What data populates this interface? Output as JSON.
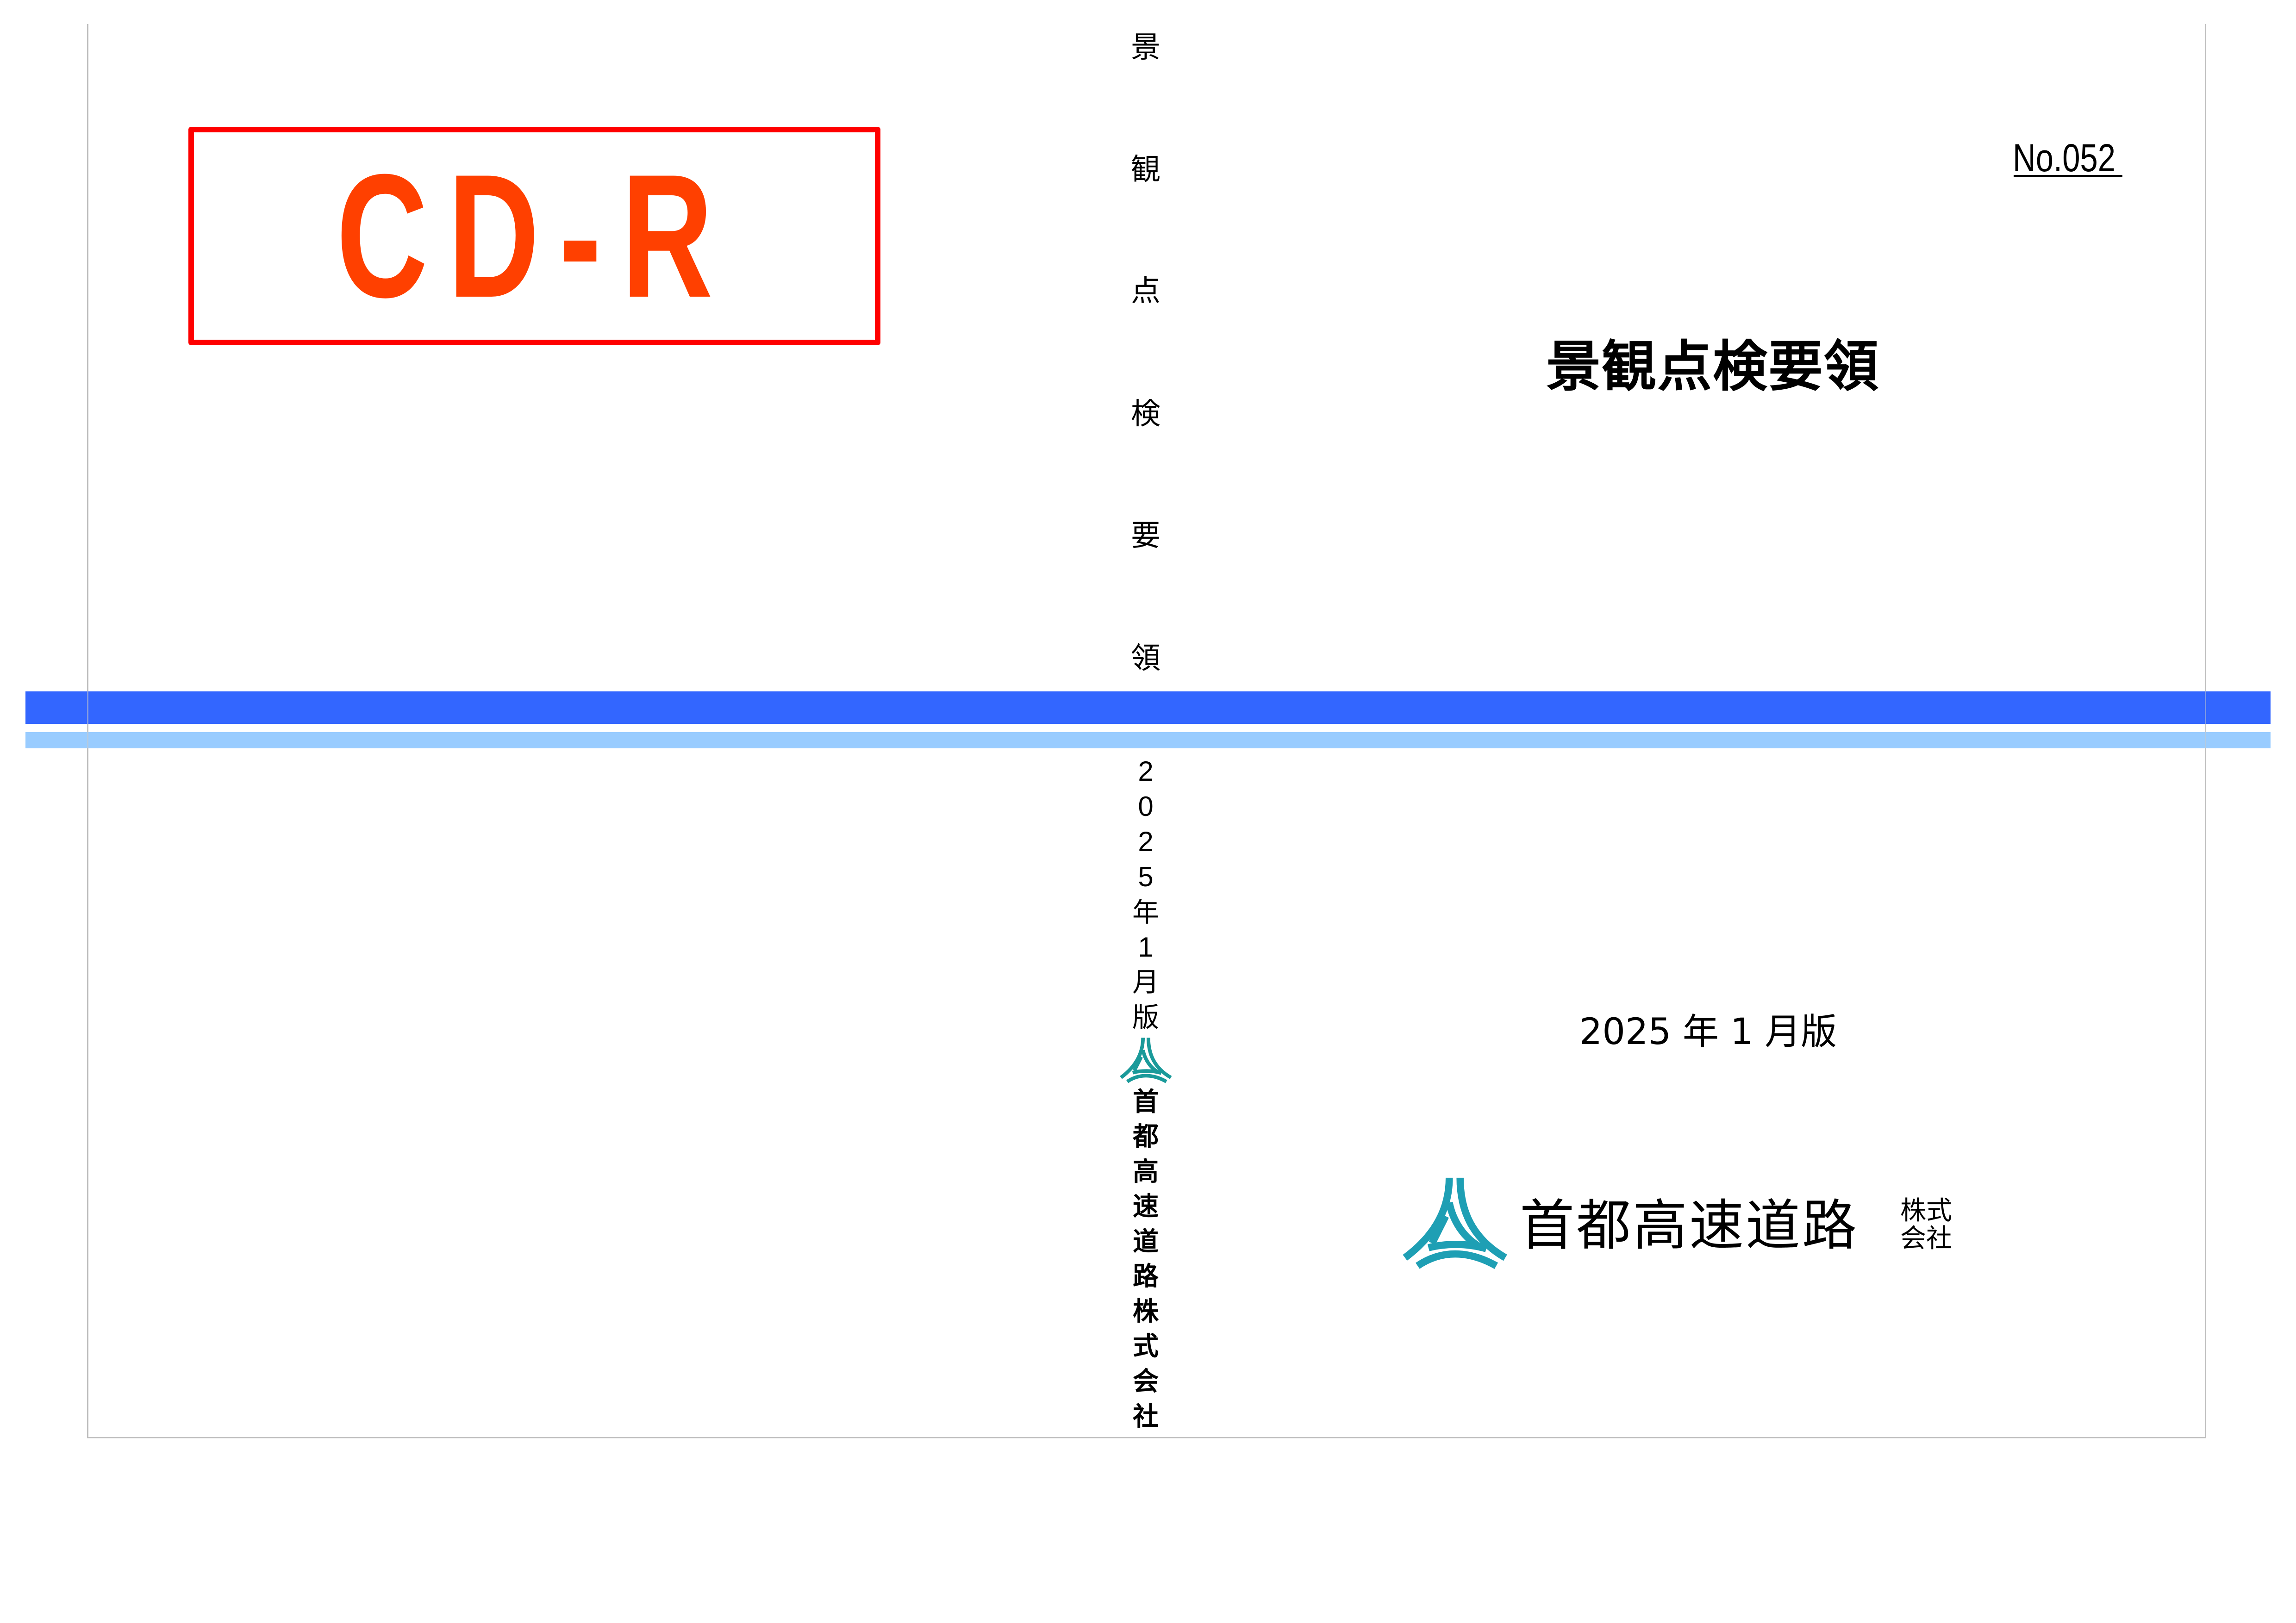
{
  "cdr_stamp": {
    "label": "CD-R",
    "border_color": "#ff0000",
    "text_color": "#ff4000"
  },
  "spine": {
    "title_chars": [
      "景",
      "観",
      "点",
      "検",
      "要",
      "領"
    ],
    "edition_chars": [
      "2",
      "0",
      "2",
      "5",
      "年",
      "1",
      "月",
      "版"
    ],
    "company_chars": [
      "首",
      "都",
      "高",
      "速",
      "道",
      "路",
      "株",
      "式",
      "会",
      "社"
    ],
    "logo_icon": "shutoko-logo-icon",
    "logo_color": "#1a9a9a"
  },
  "cover": {
    "doc_number": "No.052",
    "title": "景観点検要領",
    "edition": "2025 年 1 月版",
    "company": {
      "name": "首都高速道路",
      "suffix_line1": "株式",
      "suffix_line2": "会社",
      "logo_icon": "shutoko-logo-icon",
      "logo_color": "#1e9fb4"
    }
  },
  "stripes": {
    "dark_color": "#3366ff",
    "light_color": "#99ccff"
  },
  "frame": {
    "line_color": "#bdbdbd"
  }
}
